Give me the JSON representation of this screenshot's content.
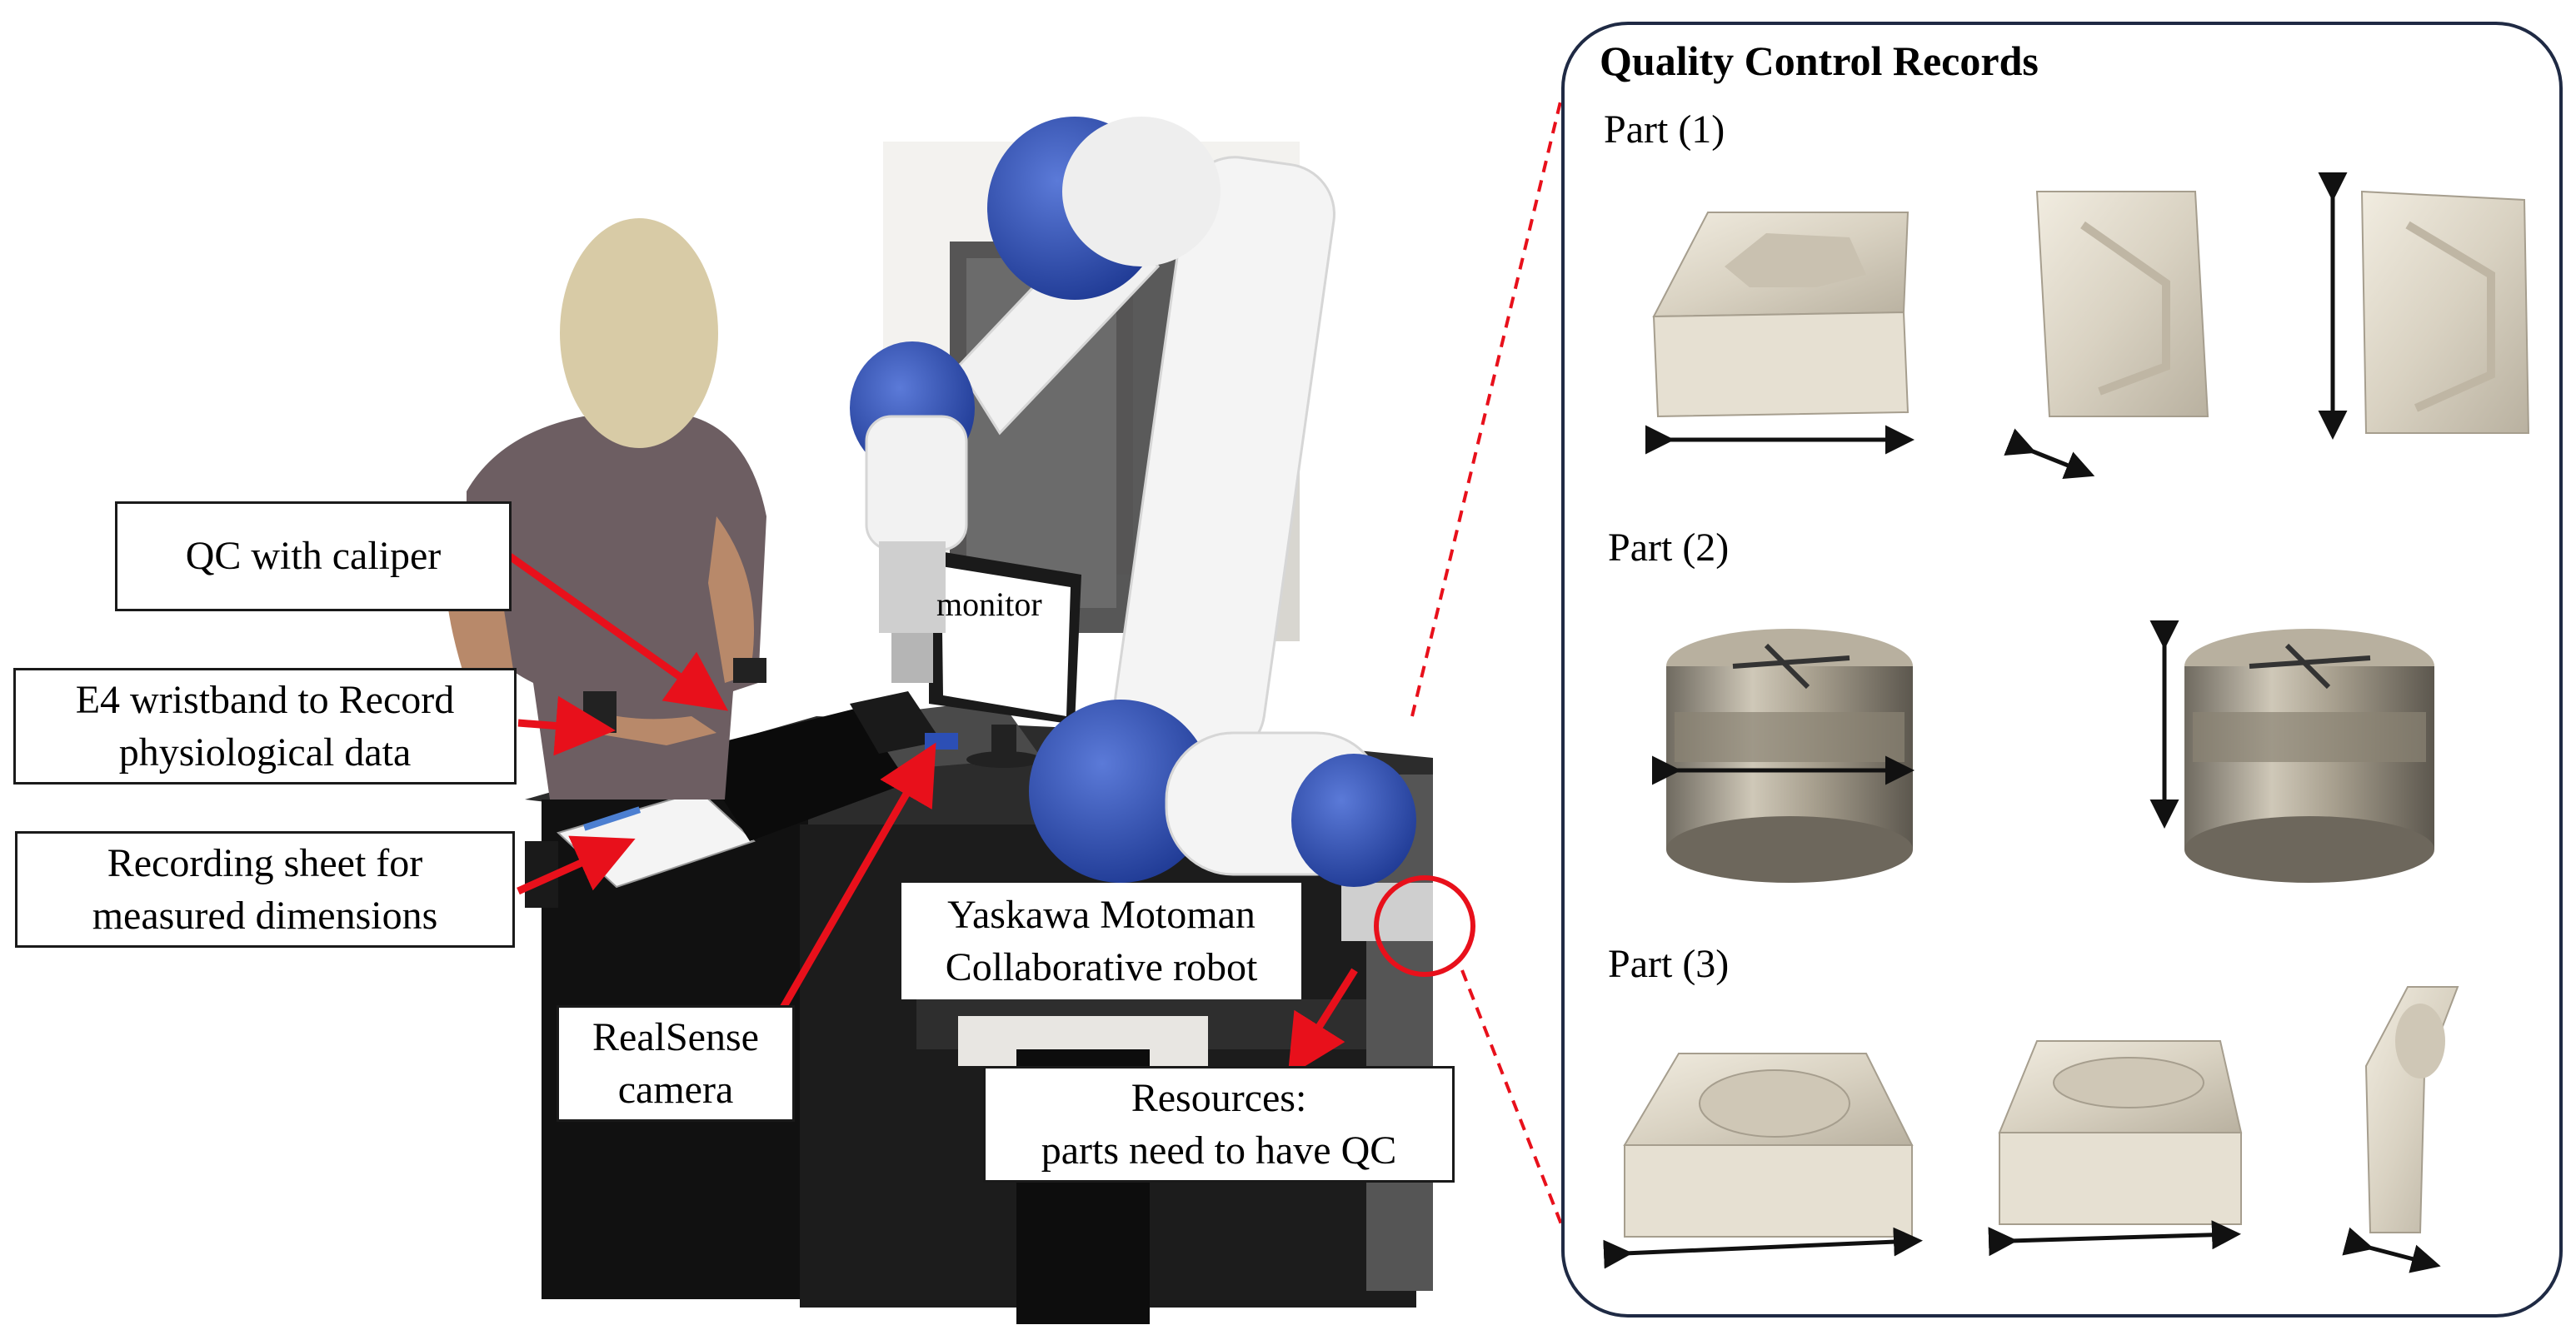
{
  "labels": {
    "qc_caliper": "QC with caliper",
    "wristband_line1": "E4 wristband to Record",
    "wristband_line2": "physiological data",
    "sheet_line1": "Recording sheet for",
    "sheet_line2": "measured dimensions",
    "realsense_line1": "RealSense",
    "realsense_line2": "camera",
    "robot_line1": "Yaskawa Motoman",
    "robot_line2": "Collaborative robot",
    "resources_line1": "Resources:",
    "resources_line2": "parts need to have QC",
    "monitor": "monitor"
  },
  "panel": {
    "title": "Quality Control Records",
    "parts": [
      "Part (1)",
      "Part (2)",
      "Part (3)"
    ]
  },
  "colors": {
    "arrow": "#e8101b",
    "robot_blue": "#2d4aa8",
    "panel_border": "#1f2a44",
    "face": "#d8cba6"
  }
}
